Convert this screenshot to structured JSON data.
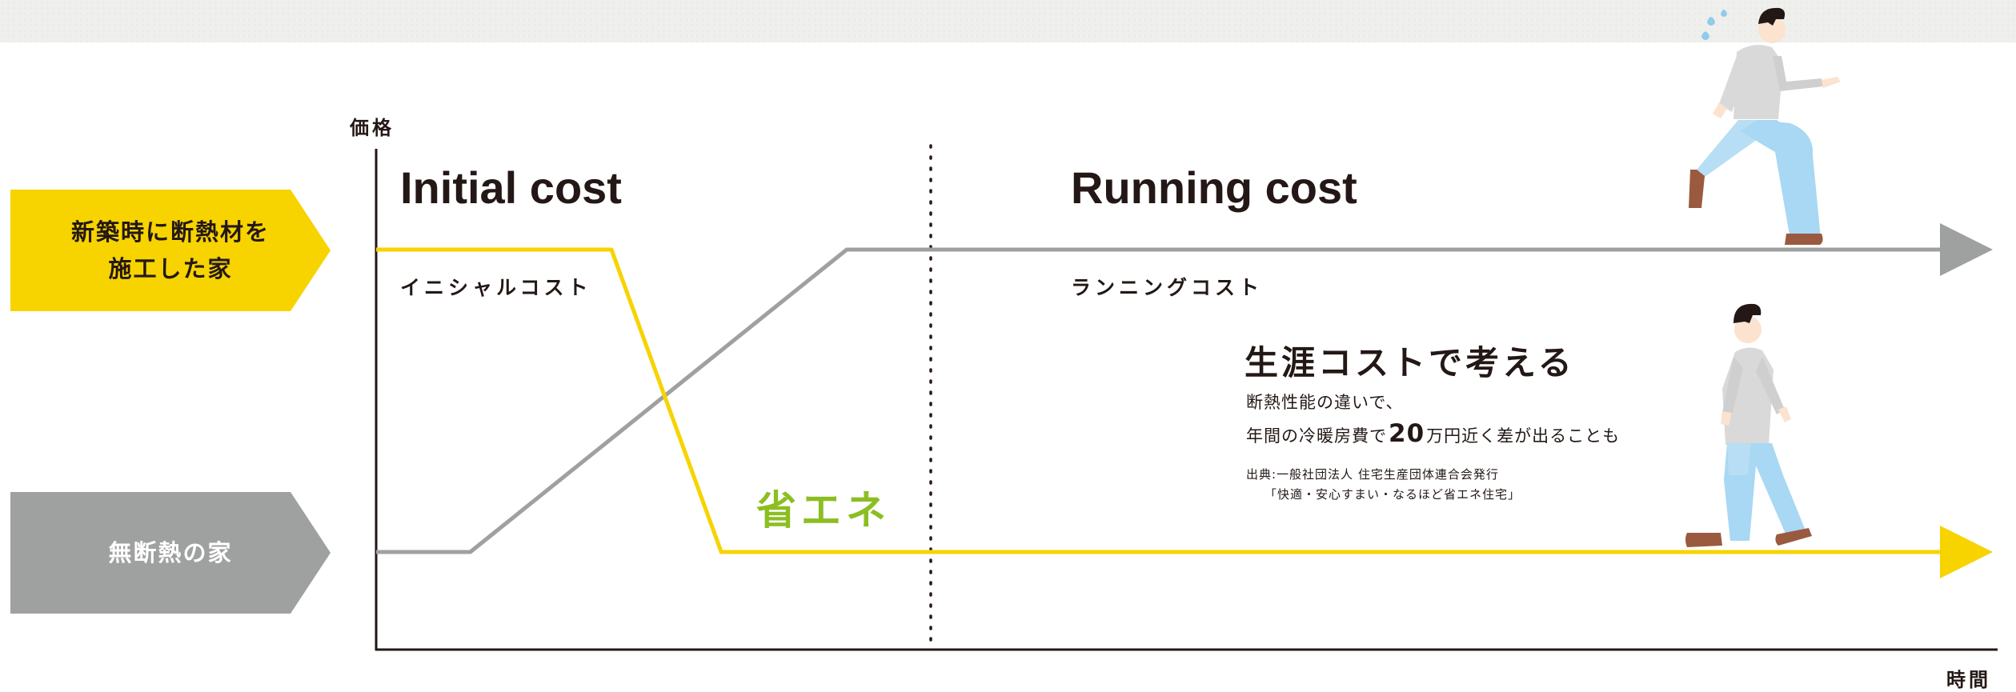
{
  "colors": {
    "insulated": "#f7d300",
    "no_insulation": "#9fa0a0",
    "energy_saving": "#8cbe22",
    "axis": "#231815",
    "legend_text_insulated": "#231815",
    "legend_text_plain": "#ffffff"
  },
  "chart_data": {
    "type": "line",
    "title": "",
    "xlabel": "時間",
    "ylabel": "価格",
    "phases": [
      {
        "name": "Initial cost",
        "kana": "イニシャルコスト"
      },
      {
        "name": "Running cost",
        "kana": "ランニングコスト"
      }
    ],
    "series": [
      {
        "name": "新築時に断熱材を施工した家",
        "color": "#f7d300",
        "points": [
          [
            0,
            8
          ],
          [
            0.15,
            8
          ],
          [
            0.22,
            1
          ],
          [
            1,
            1
          ]
        ]
      },
      {
        "name": "無断熱の家",
        "color": "#9fa0a0",
        "points": [
          [
            0,
            1
          ],
          [
            0.06,
            1
          ],
          [
            0.3,
            8
          ],
          [
            1,
            8
          ]
        ]
      }
    ],
    "annotations": [
      "省エネ"
    ]
  },
  "legend": {
    "insulated": {
      "line1": "新築時に断熱材を",
      "line2": "施工した家"
    },
    "plain": {
      "label": "無断熱の家"
    }
  },
  "callout": {
    "heading": "生涯コストで考える",
    "line1": "断熱性能の違いで、",
    "line2_pre": "年間の冷暖房費で",
    "line2_num": "20",
    "line2_post": "万円近く差が出ることも",
    "source_line1": "出典:一般社団法人 住宅生産団体連合会発行",
    "source_line2": "「快適・安心すまい・なるほど省エネ住宅」"
  },
  "icons": [
    "running-man-icon",
    "walking-man-icon",
    "sweat-drops-icon"
  ]
}
